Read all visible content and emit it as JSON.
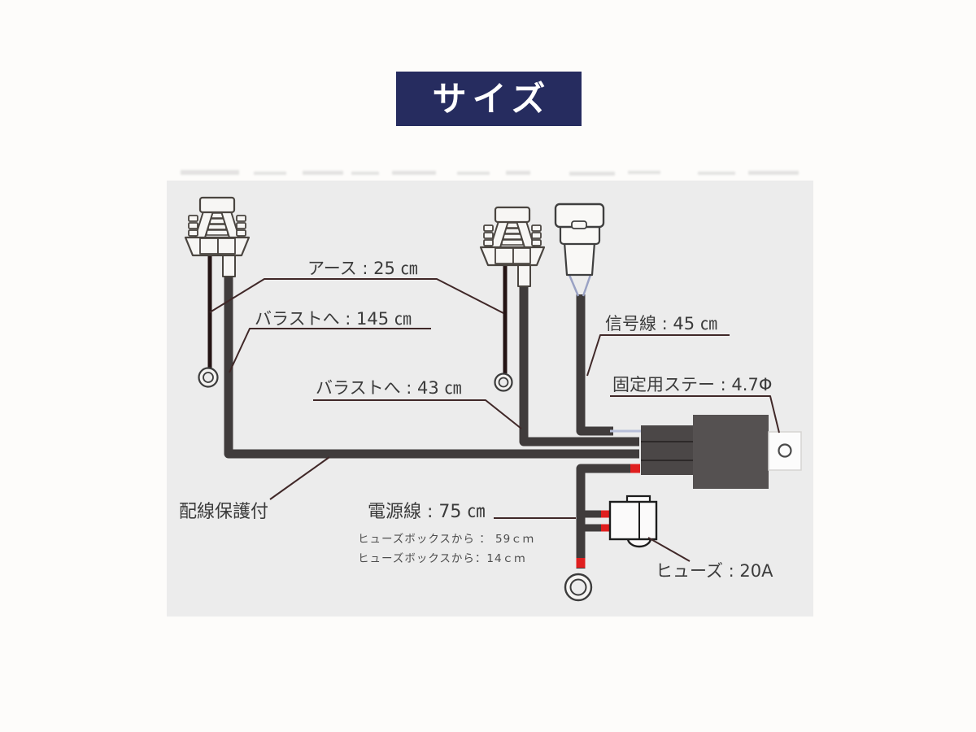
{
  "banner": {
    "title": "サイズ",
    "bg_color": "#262c5f",
    "text_color": "#ffffff"
  },
  "diagram": {
    "panel_color": "#ececec",
    "wire_color": "#403c3c",
    "accent_red": "#e01f1f",
    "labels": {
      "ground": "アース : 25 ㎝",
      "ballast_long": "バラストへ : 145 ㎝",
      "ballast_short": "バラストへ : 43 ㎝",
      "signal": "信号線 : 45 ㎝",
      "stay": "固定用ステー : 4.7Φ",
      "protection": "配線保護付",
      "power": "電源線 : 75 ㎝",
      "fusebox_note_1": "ヒューズボックスから ： 59ｃｍ",
      "fusebox_note_2": "ヒューズボックスから：14ｃｍ",
      "fuse": "ヒューズ : 20A"
    }
  }
}
